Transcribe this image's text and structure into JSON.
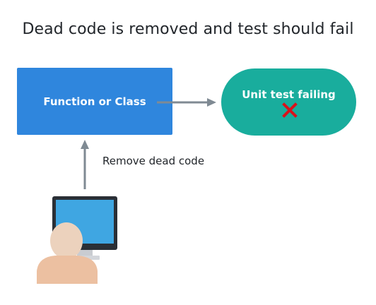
{
  "title": "Dead code is removed and test should fail",
  "nodes": {
    "function_box": "Function or Class",
    "test_pill": "Unit test failing"
  },
  "edges": {
    "remove_label": "Remove dead code"
  },
  "icons": {
    "fail_mark": "x-icon",
    "developer": "developer-at-computer-icon"
  },
  "colors": {
    "function_box": "#2f86dd",
    "test_pill": "#19ad9d",
    "fail_mark": "#d8121b",
    "arrows": "#7f8a93"
  }
}
